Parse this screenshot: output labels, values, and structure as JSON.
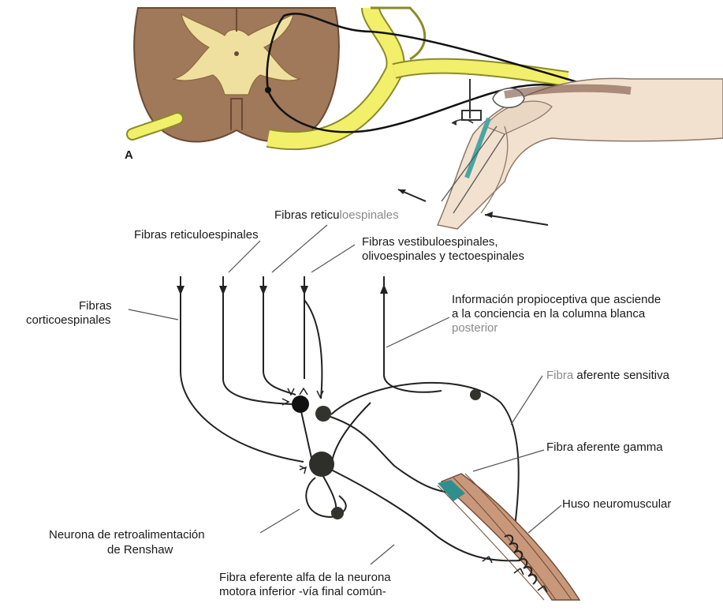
{
  "panel_letter": "A",
  "labels": {
    "reticulo_top_a": "Fibras reticu",
    "reticulo_top_b": "loespinales",
    "reticulo_left": "Fibras reticuloespinales",
    "vestibulo_line1": "Fibras vestibuloespinales,",
    "vestibulo_line2": "olivoespinales y tectoespinales",
    "cortico_line1": "Fibras",
    "cortico_line2": "corticoespinales",
    "propio_line1": "Información propioceptiva que asciende",
    "propio_line2": "a la conciencia en la columna blanca",
    "propio_line3": "posterior",
    "aferente_sens_a": "Fibra",
    "aferente_sens_b": " aferente sensitiva",
    "aferente_gamma": "Fibra aferente gamma",
    "huso": "Huso neuromuscular",
    "renshaw_line1": "Neurona de retroalimentación",
    "renshaw_line2": "de Renshaw",
    "eferente_line1": "Fibra eferente alfa de la neurona",
    "eferente_line2": "motora inferior -vía final común-"
  },
  "colors": {
    "cord_brown": "#a0785a",
    "gray_matter": "#efe0a0",
    "nerve_yellow": "#f2ef6a",
    "muscle": "#c9987a",
    "spindle_teal": "#2f8f8f",
    "line": "#222222",
    "neuron": "#2e2e2a"
  }
}
